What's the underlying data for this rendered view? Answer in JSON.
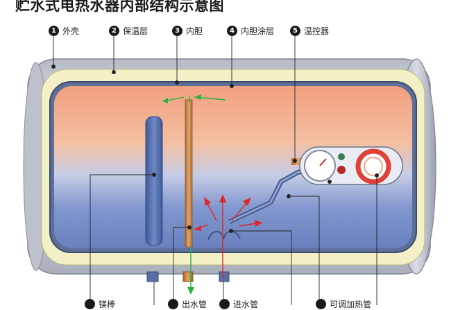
{
  "title": "贮水式电热水器内部结构示意图",
  "top_labels": [
    {
      "num": "1",
      "text": "外壳"
    },
    {
      "num": "2",
      "text": "保温层"
    },
    {
      "num": "3",
      "text": "内胆"
    },
    {
      "num": "4",
      "text": "内胆涂层"
    },
    {
      "num": "5",
      "text": "温控器"
    }
  ],
  "bottom_labels": [
    {
      "num": "",
      "text": "镁棒"
    },
    {
      "num": "",
      "text": "出水管"
    },
    {
      "num": "",
      "text": "进水管"
    },
    {
      "num": "",
      "text": "可调加热管"
    }
  ],
  "colors": {
    "shell": "#c9ced8",
    "insulation": "#f3efc4",
    "hot_water": "#f2a684",
    "cold_water": "#6f86c2",
    "magnesium_rod": "#4f6aa8",
    "outlet_pipe": "#cf8e54",
    "flow_arrow_hot": "#e0262b",
    "flow_arrow_in": "#22b33b"
  }
}
